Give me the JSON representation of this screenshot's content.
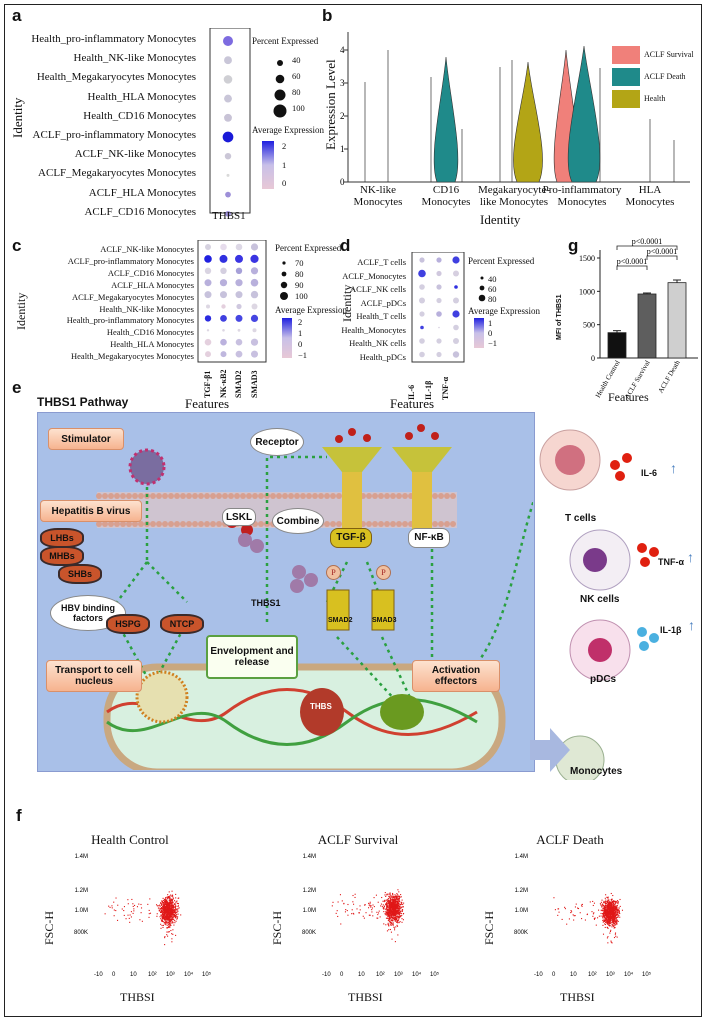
{
  "panels": {
    "a": {
      "label": "a",
      "rows": [
        "Health_pro-inflammatory Monocytes",
        "Health_NK-like Monocytes",
        "Health_Megakaryocytes Monocytes",
        "Health_HLA Monocytes",
        "Health_CD16 Monocytes",
        "ACLF_pro-inflammatory Monocytes",
        "ACLF_NK-like Monocytes",
        "ACLF_Megakaryocytes Monocytes",
        "ACLF_HLA Monocytes",
        "ACLF_CD16 Monocytes"
      ],
      "y_title": "Identity",
      "x_label": "THBS1",
      "dot_sizes": [
        70,
        55,
        60,
        55,
        55,
        75,
        45,
        10,
        40,
        40
      ],
      "dot_colors": [
        "#7d6be0",
        "#c9c6d8",
        "#cfcfd4",
        "#c9c6d8",
        "#c8c3d6",
        "#1a1ad8",
        "#cbc7d7",
        "#d9d9d9",
        "#9d8fd8",
        "#9d8fd8"
      ],
      "pct_title": "Percent Expressed",
      "pct_values": [
        "40",
        "60",
        "80",
        "100"
      ],
      "avg_title": "Average Expression",
      "avg_values": [
        "2",
        "1",
        "0"
      ]
    },
    "b": {
      "label": "b",
      "y_title": "Expression Level",
      "x_title": "Identity",
      "y_ticks": [
        "0",
        "1",
        "2",
        "3",
        "4"
      ],
      "categories": [
        "NK-like\nMonocytes",
        "CD16\nMonocytes",
        "Megakaryocyte-\nlike Monocytes",
        "Pro-inflammatory\nMonocytes",
        "HLA\nMonocytes"
      ],
      "legend": [
        {
          "name": "ACLF Survival",
          "color": "#f0807a"
        },
        {
          "name": "ACLF Death",
          "color": "#1f8a8a"
        },
        {
          "name": "Health",
          "color": "#b3a516"
        }
      ]
    },
    "c": {
      "label": "c",
      "rows": [
        "ACLF_NK-like Monocytes",
        "ACLF_pro-inflammatory Monocytes",
        "ACLF_CD16 Monocytes",
        "ACLF_HLA Monocytes",
        "ACLF_Megakaryocytes Monocytes",
        "Health_NK-like Monocytes",
        "Health_pro-inflammatory Monocytes",
        "Health_CD16 Monocytes",
        "Health_HLA Monocytes",
        "Health_Megakaryocytes Monocytes"
      ],
      "cols": [
        "TGF-β1",
        "NK-κB2",
        "SMAD2",
        "SMAD3"
      ],
      "y_title": "Identity",
      "pct_title": "Percent Expressed",
      "pct_values": [
        "70",
        "80",
        "90",
        "100"
      ],
      "avg_title": "Average Expression",
      "avg_values": [
        "2",
        "1",
        "0",
        "−1"
      ]
    },
    "d": {
      "label": "d",
      "rows": [
        "ACLF_T cells",
        "ACLF_Monocytes",
        "ACLF_NK cells",
        "ACLF_pDCs",
        "Health_T cells",
        "Health_Monocytes",
        "Health_NK cells",
        "Health_pDCs"
      ],
      "cols": [
        "IL-6",
        "IL-1β",
        "TNF-α"
      ],
      "y_title": "Identity",
      "pct_title": "Percent Expressed",
      "pct_values": [
        "40",
        "60",
        "80"
      ],
      "avg_title": "Average Expression",
      "avg_values": [
        "1",
        "0",
        "−1"
      ]
    },
    "g": {
      "label": "g",
      "y_title": "MFI of THBS1",
      "x_title": "Features",
      "y_ticks": [
        "0",
        "500",
        "1000",
        "1500"
      ],
      "ylim": [
        0,
        1500
      ],
      "comparisons": [
        "p<0.0001",
        "p<0.0001",
        "p<0.0001"
      ]
    },
    "e": {
      "label": "e",
      "title": "THBS1 Pathway",
      "features_left": "Features",
      "features_right": "Features",
      "stimulator": "Stimulator",
      "receptor": "Receptor",
      "hbv": "Hepatitis B virus",
      "lhbs": "LHBs",
      "mhbs": "MHBs",
      "shbs": "SHBs",
      "lskl": "LSKL",
      "combine": "Combine",
      "tgfb": "TGF-β",
      "nfkb": "NF-κB",
      "p1": "P",
      "p2": "P",
      "smad2": "SMAD2",
      "smad3": "SMAD3",
      "thbs1": "THBS1",
      "hbv_factors": "HBV binding factors",
      "hspg": "HSPG",
      "ntcp": "NTCP",
      "envelopment": "Envelopment and release",
      "transport": "Transport to cell nucleus",
      "activation": "Activation effectors",
      "thbs": "THBS",
      "tcells": "T cells",
      "nkcells": "NK cells",
      "pdcs": "pDCs",
      "monocytes": "Monocytes",
      "il6": "IL-6",
      "tnfa": "TNF-α",
      "il1b": "IL-1β"
    },
    "f": {
      "label": "f",
      "plots": [
        {
          "title": "Health Control"
        },
        {
          "title": "ACLF Survival"
        },
        {
          "title": "ACLF Death"
        }
      ],
      "x_label": "THBSI",
      "y_label": "FSC-H",
      "y_ticks": [
        "1.4M",
        "1.2M",
        "1.0M",
        "800K"
      ]
    }
  },
  "chart_data": [
    {
      "type": "bar",
      "categories": [
        "Health Control",
        "ACLF Survival",
        "ACLF Death"
      ],
      "values": [
        380,
        960,
        1130
      ],
      "errors": [
        30,
        15,
        40
      ],
      "title": "",
      "xlabel": "Features",
      "ylabel": "MFI of THBS1",
      "ylim": [
        0,
        1500
      ],
      "colors": [
        "#111111",
        "#5e5e5e",
        "#cfcfcf"
      ]
    }
  ]
}
